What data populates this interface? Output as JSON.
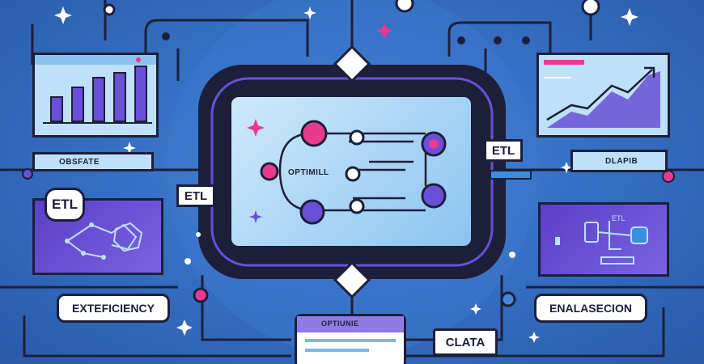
{
  "labels": {
    "etl_center": "ETL",
    "etl_left": "ETL",
    "etl_right": "ETL",
    "obsfate": "OBSFATE",
    "optimill": "OPTIMILL",
    "dlaipib": "DLAPIB",
    "extefficiency": "EXTEFICIENCY",
    "enalasecion": "ENALASECION",
    "optiune": "OPTIUNIE",
    "clata": "CLATA",
    "etl_mini": "ETL"
  },
  "colors": {
    "background": "#3670c4",
    "dark": "#1d1f3a",
    "purple": "#6a4fd8",
    "pink": "#e83a8f",
    "light_blue": "#9fd0f7"
  },
  "icons": [
    "diamond-icon",
    "sparkle-icon",
    "bar-chart-icon",
    "line-chart-icon",
    "molecule-icon",
    "node-graph-icon"
  ]
}
